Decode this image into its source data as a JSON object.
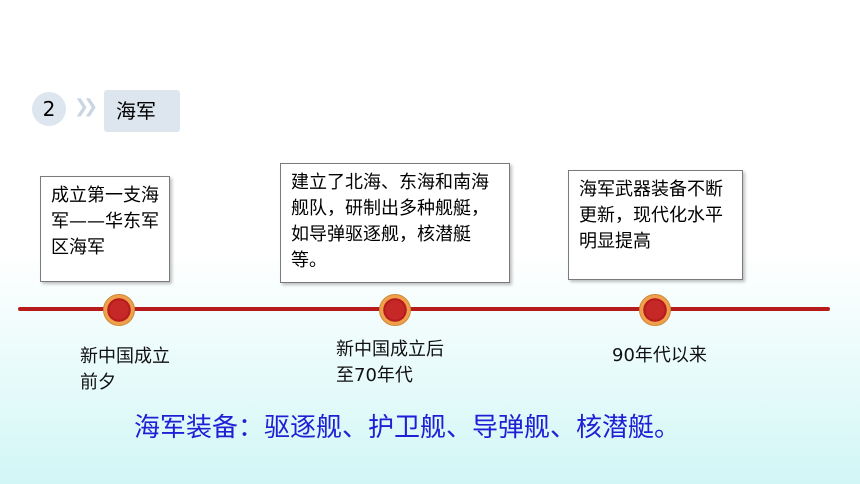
{
  "section": {
    "number": "2",
    "title": "海军"
  },
  "events": [
    "成立第一支海军——华东军区海军",
    "建立了北海、东海和南海舰队，研制出多种舰艇，如导弹驱逐舰，核潜艇等。",
    "海军武器装备不断更新，现代化水平明显提高"
  ],
  "eras": [
    "新中国成立前夕",
    "新中国成立后至70年代",
    "90年代以来"
  ],
  "summary": "海军装备：驱逐舰、护卫舰、导弹舰、核潜艇。",
  "colors": {
    "timeline": "#b71c1c",
    "node_ring": "#f0a04b",
    "summary_text": "#1f1fd6",
    "tag_bg": "#dde6ee"
  }
}
